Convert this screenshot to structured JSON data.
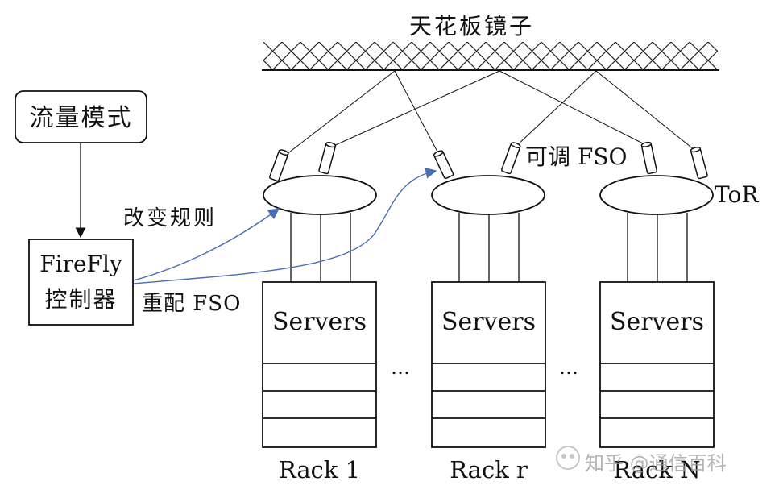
{
  "ceiling": {
    "label": "天花板镜子"
  },
  "traffic_box": {
    "label": "流量模式"
  },
  "controller": {
    "line1": "FireFly",
    "line2": "控制器"
  },
  "arrows": {
    "change_rules": "改变规则",
    "reconfig_fso": "重配 FSO"
  },
  "fso": {
    "label": "可调 FSO"
  },
  "tor": {
    "label": "ToR"
  },
  "racks": [
    {
      "servers_label": "Servers",
      "name": "Rack 1"
    },
    {
      "servers_label": "Servers",
      "name": "Rack r"
    },
    {
      "servers_label": "Servers",
      "name": "Rack N"
    }
  ],
  "ellipsis": "…",
  "watermark": {
    "text": "知乎 @通信百科"
  },
  "colors": {
    "arrow": "#4a6db5",
    "line": "#111111"
  }
}
